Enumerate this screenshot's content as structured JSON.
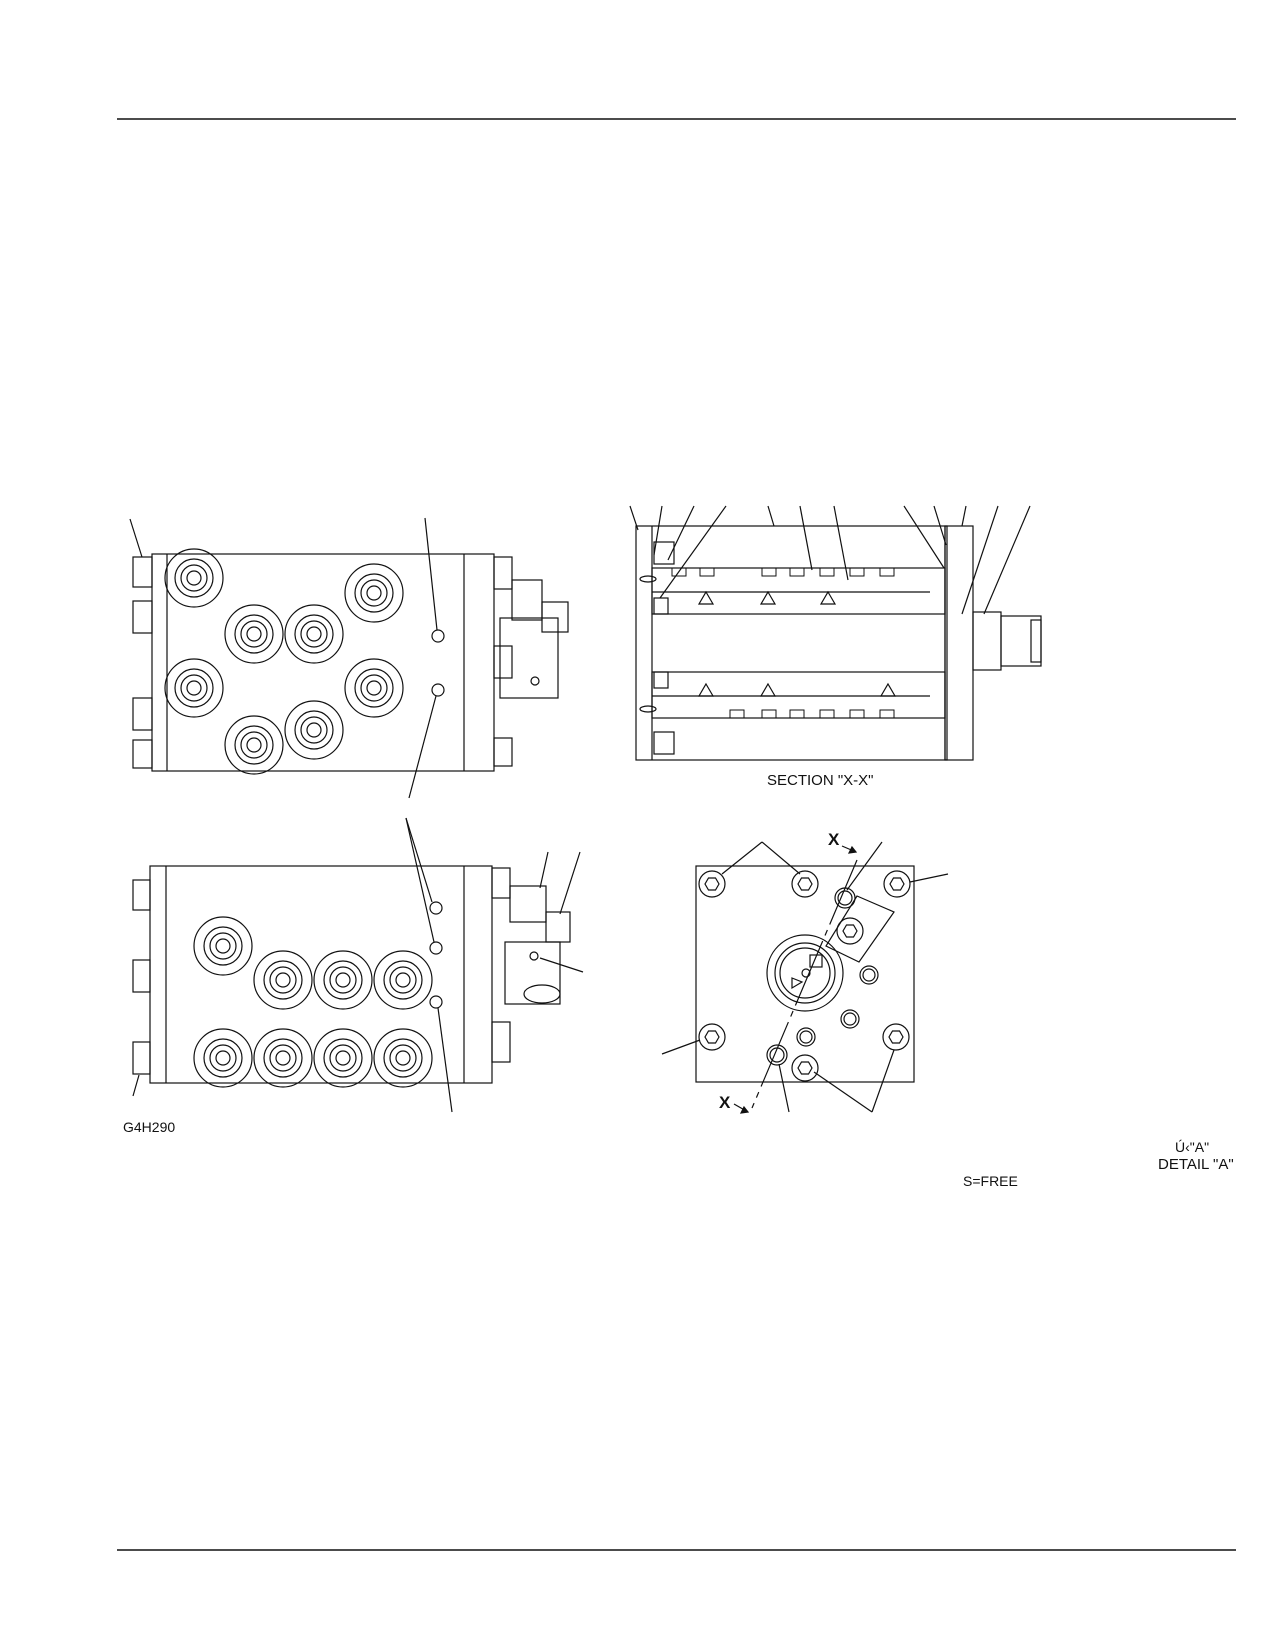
{
  "figure_code": "G4H290",
  "section_label": "SECTION \"X-X\"",
  "cut_marker": "X",
  "detail_label_native": "Ú‹\"A\"",
  "detail_label": "DETAIL \"A\"",
  "torque_note": "S=FREE",
  "colors": {
    "ink": "#111111",
    "paper": "#ffffff"
  }
}
